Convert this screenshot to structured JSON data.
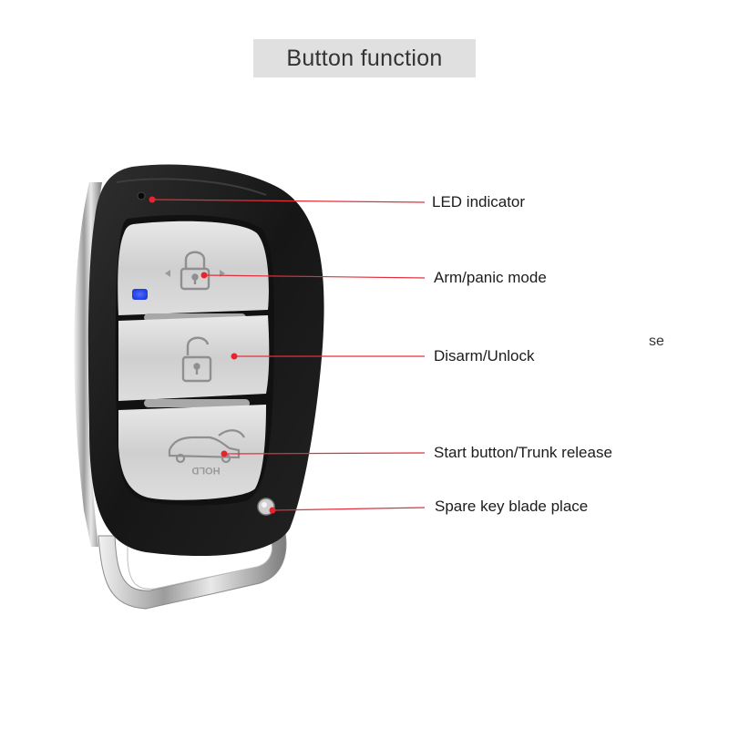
{
  "title": "Button function",
  "labels": {
    "led": "LED indicator",
    "arm": "Arm/panic mode",
    "disarm": "Disarm/Unlock",
    "start": "Start button/Trunk release",
    "spare": "Spare key blade place"
  },
  "truncated_text": "se",
  "button_engraving": "HOLD",
  "icons": [
    "lock-closed-icon",
    "lock-open-icon",
    "car-trunk-icon"
  ],
  "colors": {
    "callout_line": "#e0313a",
    "callout_dot": "#e8232e",
    "led": "#1f3fe0",
    "fob_body": "#1b1b1b",
    "button_face": "#d7d7d7",
    "title_background": "#e0e0e0"
  }
}
